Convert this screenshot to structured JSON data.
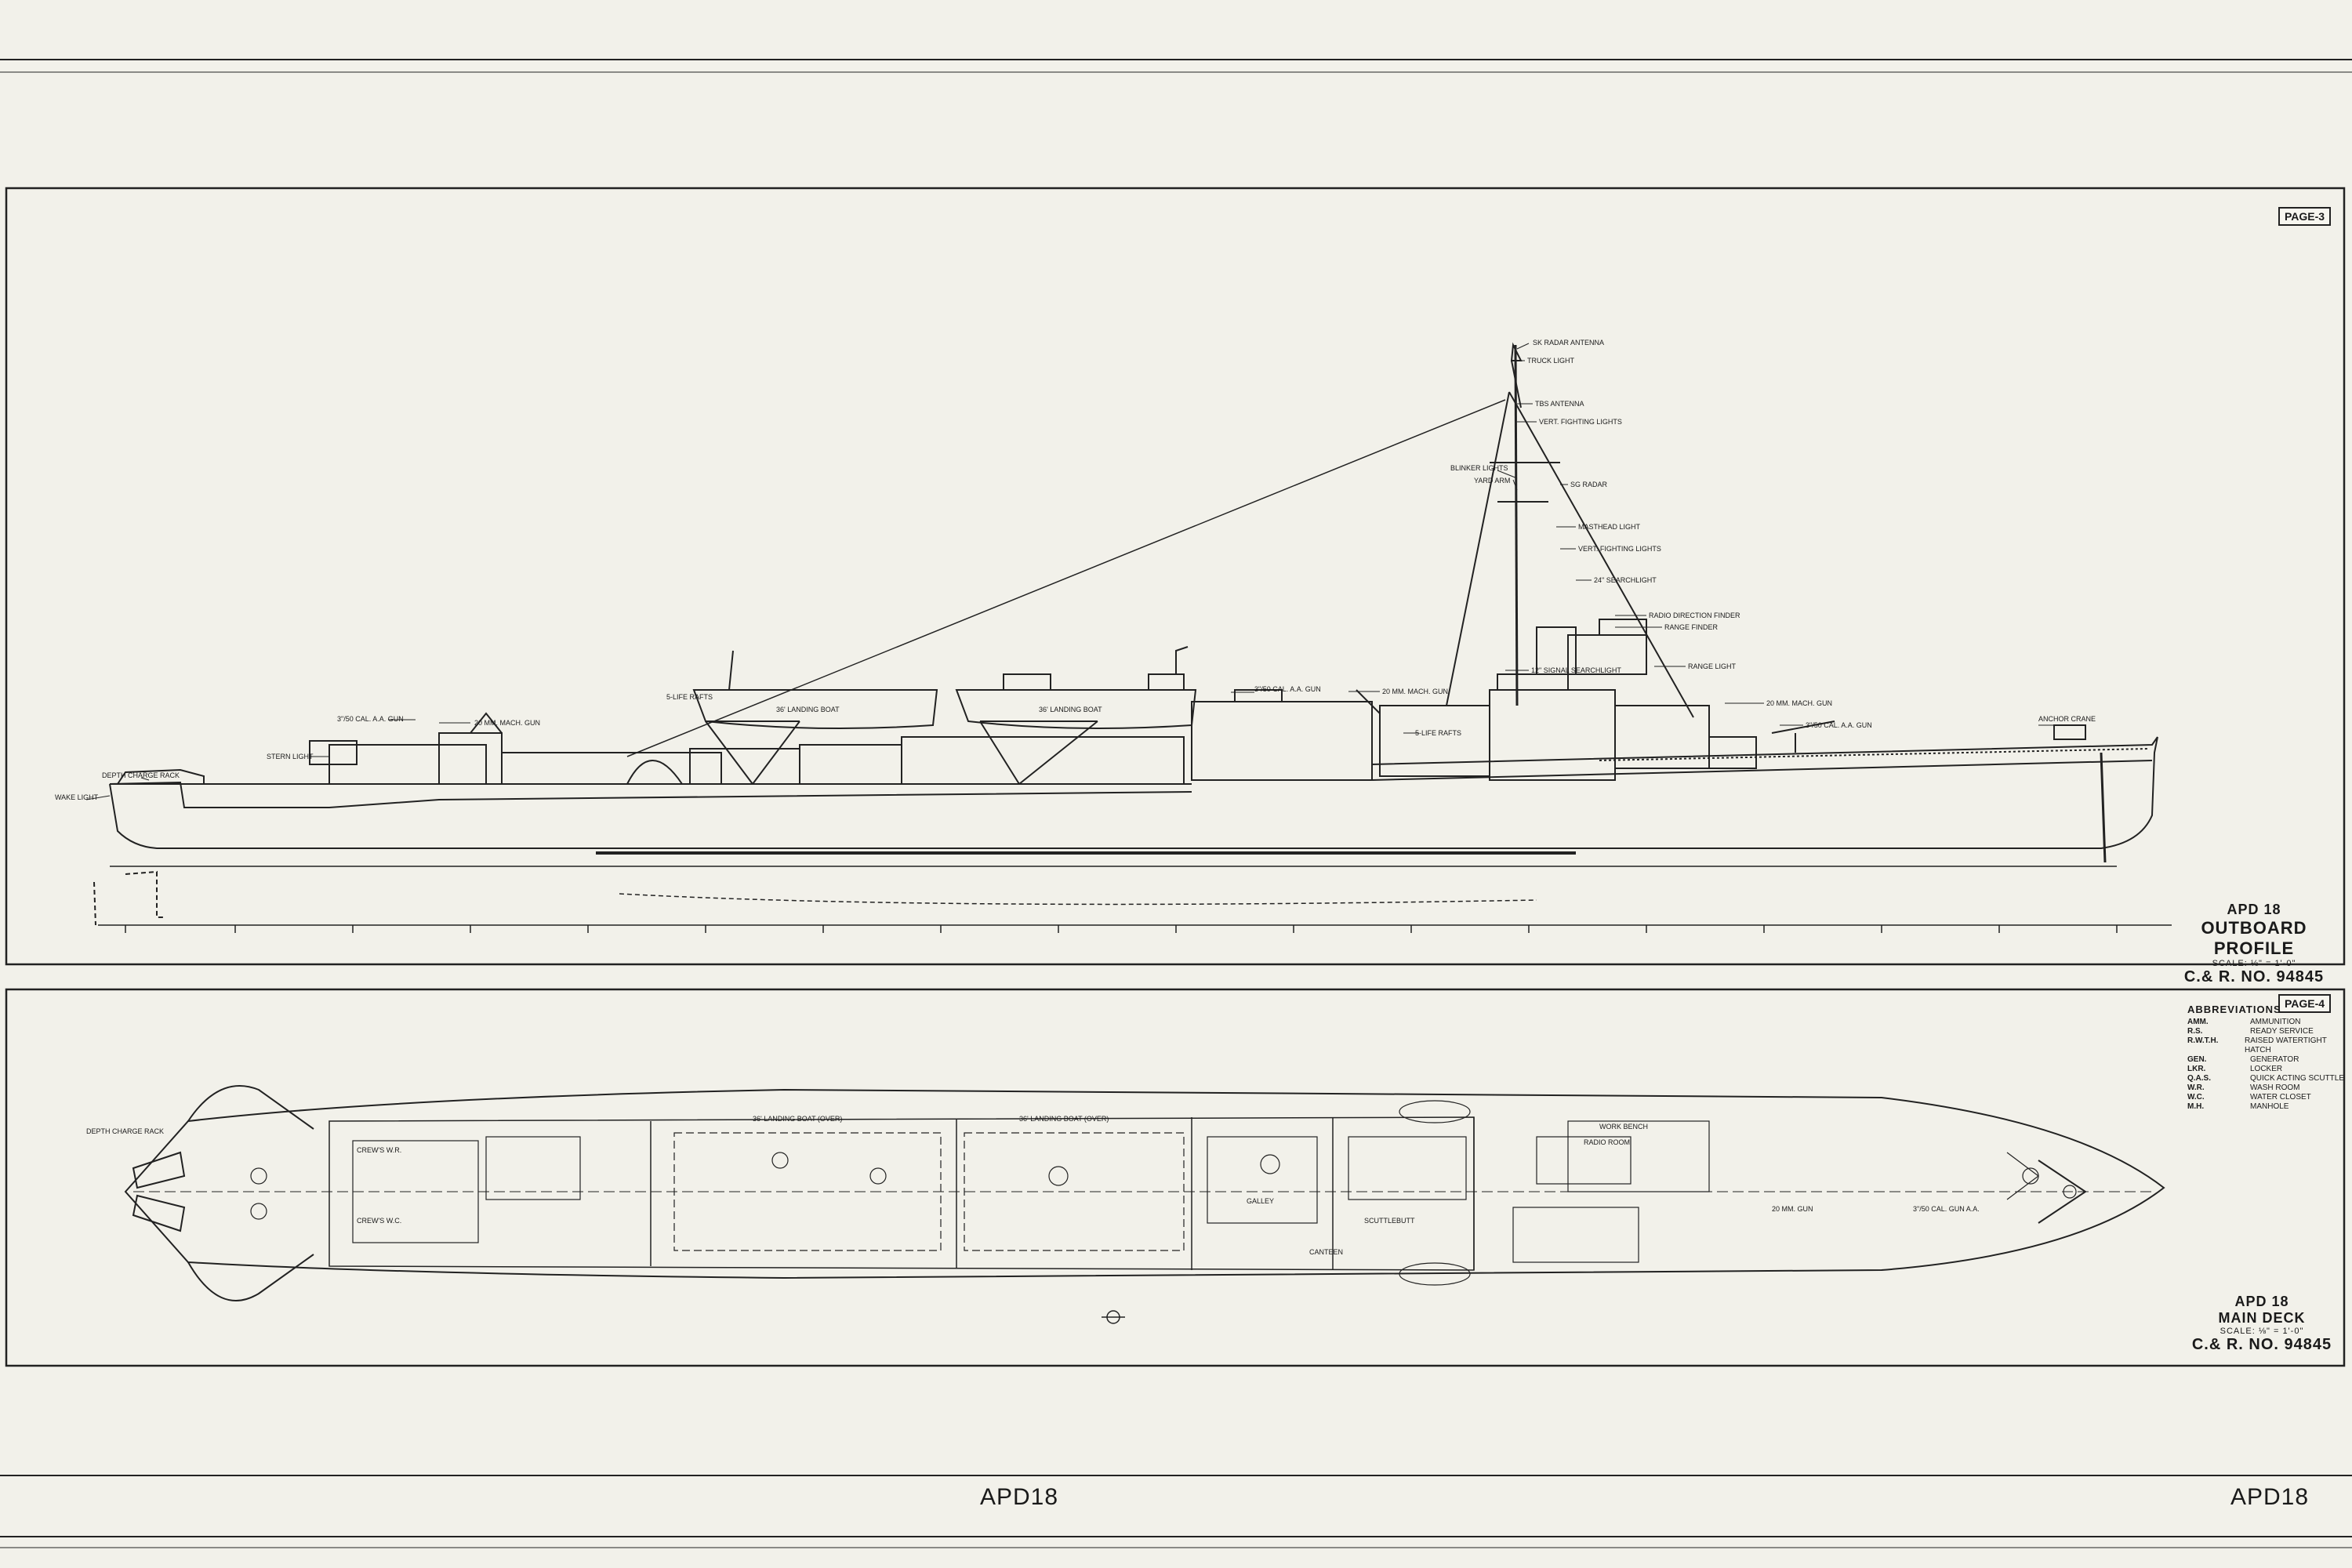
{
  "sheet": {
    "footer_left": "APD18",
    "footer_right": "APD18"
  },
  "profile": {
    "page_tag": "PAGE-3",
    "title_ship": "APD 18",
    "title_view": "OUTBOARD PROFILE",
    "scale": "SCALE: ⅛\" = 1'-0\"",
    "drawing_no": "C.& R. NO. 94845",
    "callouts": {
      "sk_radar": "SK RADAR ANTENNA",
      "truck_light": "TRUCK LIGHT",
      "tbs_antenna": "TBS ANTENNA",
      "vert_fighting_lights_top": "VERT. FIGHTING LIGHTS",
      "blinker_lights": "BLINKER LIGHTS",
      "yard_arm": "YARD ARM",
      "sg_radar": "SG RADAR",
      "masthead_light": "MASTHEAD LIGHT",
      "vert_fighting_lights": "VERT. FIGHTING LIGHTS",
      "searchlight": "24\" SEARCHLIGHT",
      "radio_df": "RADIO DIRECTION FINDER",
      "range_finder": "RANGE FINDER",
      "range_light": "RANGE LIGHT",
      "mach_gun_fwd": "20 MM. MACH. GUN",
      "gun_3in_fwd": "3\"/50 CAL. A.A. GUN",
      "anchor_crane": "ANCHOR CRANE",
      "signal_searchlight": "12\" SIGNAL SEARCHLIGHT",
      "life_rafts": "5-LIFE RAFTS",
      "mach_gun_mid": "20 MM. MACH. GUN",
      "gun_3in_mid": "3\"/50 CAL. A.A. GUN",
      "landing_boat_aft": "36' LANDING BOAT",
      "landing_boat_fwd": "36' LANDING BOAT",
      "life_rafts_aft": "5-LIFE RAFTS",
      "gun_3in_aft": "3\"/50 CAL. A.A. GUN",
      "mach_gun_aft": "20 MM. MACH. GUN",
      "stern_light": "STERN LIGHT",
      "depth_charge_rack": "DEPTH CHARGE RACK",
      "wake_light": "WAKE LIGHT"
    }
  },
  "deck": {
    "page_tag": "PAGE-4",
    "title_ship": "APD 18",
    "title_view": "MAIN DECK",
    "scale": "SCALE: ⅛\" = 1'-0\"",
    "drawing_no": "C.& R. NO. 94845",
    "abbreviations_title": "ABBREVIATIONS",
    "abbreviations": [
      {
        "k": "AMM.",
        "v": "AMMUNITION"
      },
      {
        "k": "R.S.",
        "v": "READY SERVICE"
      },
      {
        "k": "R.W.T.H.",
        "v": "RAISED WATERTIGHT HATCH"
      },
      {
        "k": "GEN.",
        "v": "GENERATOR"
      },
      {
        "k": "LKR.",
        "v": "LOCKER"
      },
      {
        "k": "Q.A.S.",
        "v": "QUICK ACTING SCUTTLE"
      },
      {
        "k": "W.R.",
        "v": "WASH ROOM"
      },
      {
        "k": "W.C.",
        "v": "WATER CLOSET"
      },
      {
        "k": "M.H.",
        "v": "MANHOLE"
      }
    ],
    "labels": {
      "depth_charge_rack": "DEPTH CHARGE RACK",
      "crews_wr": "CREW'S W.R.",
      "crews_wc": "CREW'S W.C.",
      "landing_boat_over_aft": "36' LANDING BOAT (OVER)",
      "landing_boat_over_fwd": "36' LANDING BOAT (OVER)",
      "galley": "GALLEY",
      "radio_room": "RADIO ROOM",
      "work_bench": "WORK BENCH",
      "canteen": "CANTEEN",
      "scuttlebutt": "SCUTTLEBUTT",
      "mach_gun": "20 MM. GUN",
      "gun_3in": "3\"/50 CAL. GUN A.A."
    }
  }
}
